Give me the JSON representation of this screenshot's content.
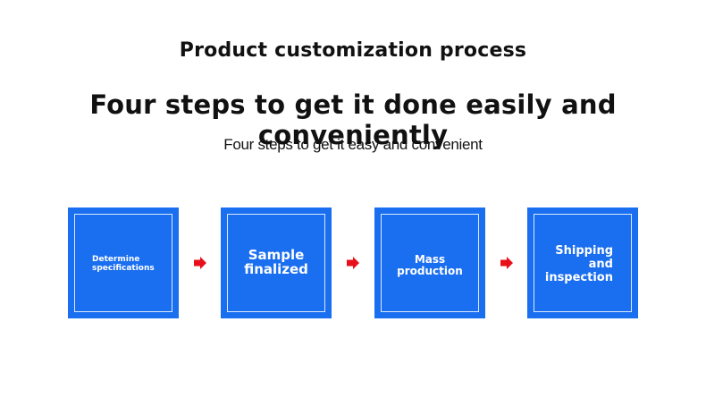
{
  "header": {
    "title": "Product customization process",
    "headline": "Four steps to get it done easily and conveniently",
    "subline": "Four steps to get it easy and convenient"
  },
  "steps": [
    {
      "lines": [
        "Determine",
        "specifications"
      ]
    },
    {
      "lines": [
        "Sample",
        "finalized"
      ]
    },
    {
      "lines": [
        "Mass",
        "production"
      ]
    },
    {
      "lines": [
        "Shipping",
        "and",
        "inspection"
      ]
    }
  ],
  "colors": {
    "box": "#1a6ef0",
    "arrow": "#e8101a",
    "text": "#111111"
  },
  "icons": {
    "arrow": "arrow-right-icon"
  }
}
